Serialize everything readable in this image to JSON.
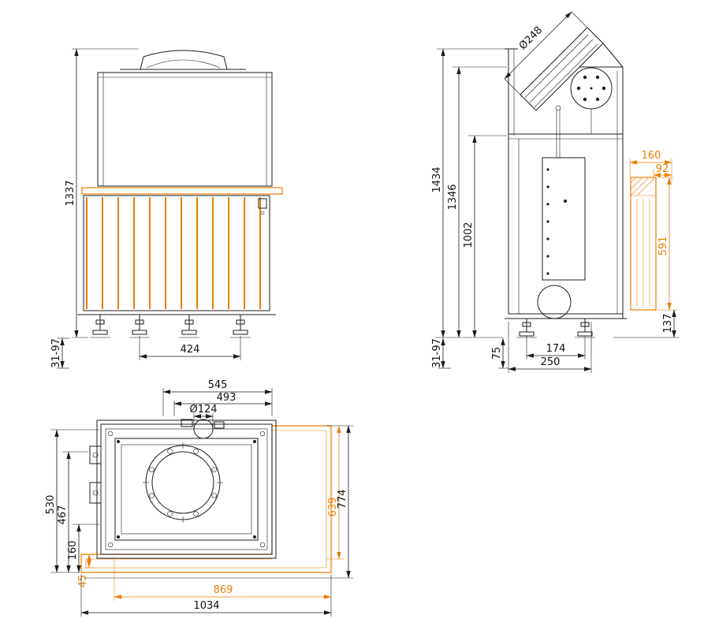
{
  "drawing": {
    "accent_color": "#ee7c00",
    "line_color": "#1c1c1c",
    "views": {
      "front": {
        "dims": {
          "total_height": "1337",
          "floor_clearance": "31-97",
          "foot_spacing": "424"
        }
      },
      "side": {
        "dims": {
          "flue_diameter": "Ø248",
          "overall_height": "1434",
          "body_height": "1346",
          "firebox_height": "1002",
          "rear_offset": "160",
          "rear_offset_2": "92",
          "side_panel_height": "591",
          "panel_floor_gap": "137",
          "floor_clearance": "31-97",
          "foot_height": "75",
          "foot_spacing": "174",
          "base_depth": "250"
        }
      },
      "top": {
        "dims": {
          "frame_width": "545",
          "opening_width": "493",
          "collar_diameter": "Ø124",
          "body_depth": "530",
          "inner_depth": "467",
          "rear_depth": "160",
          "plate_overhang": "45",
          "plate_width_inner": "869",
          "plate_width": "1034",
          "plate_depth_inner": "639",
          "plate_depth": "774"
        }
      }
    }
  }
}
